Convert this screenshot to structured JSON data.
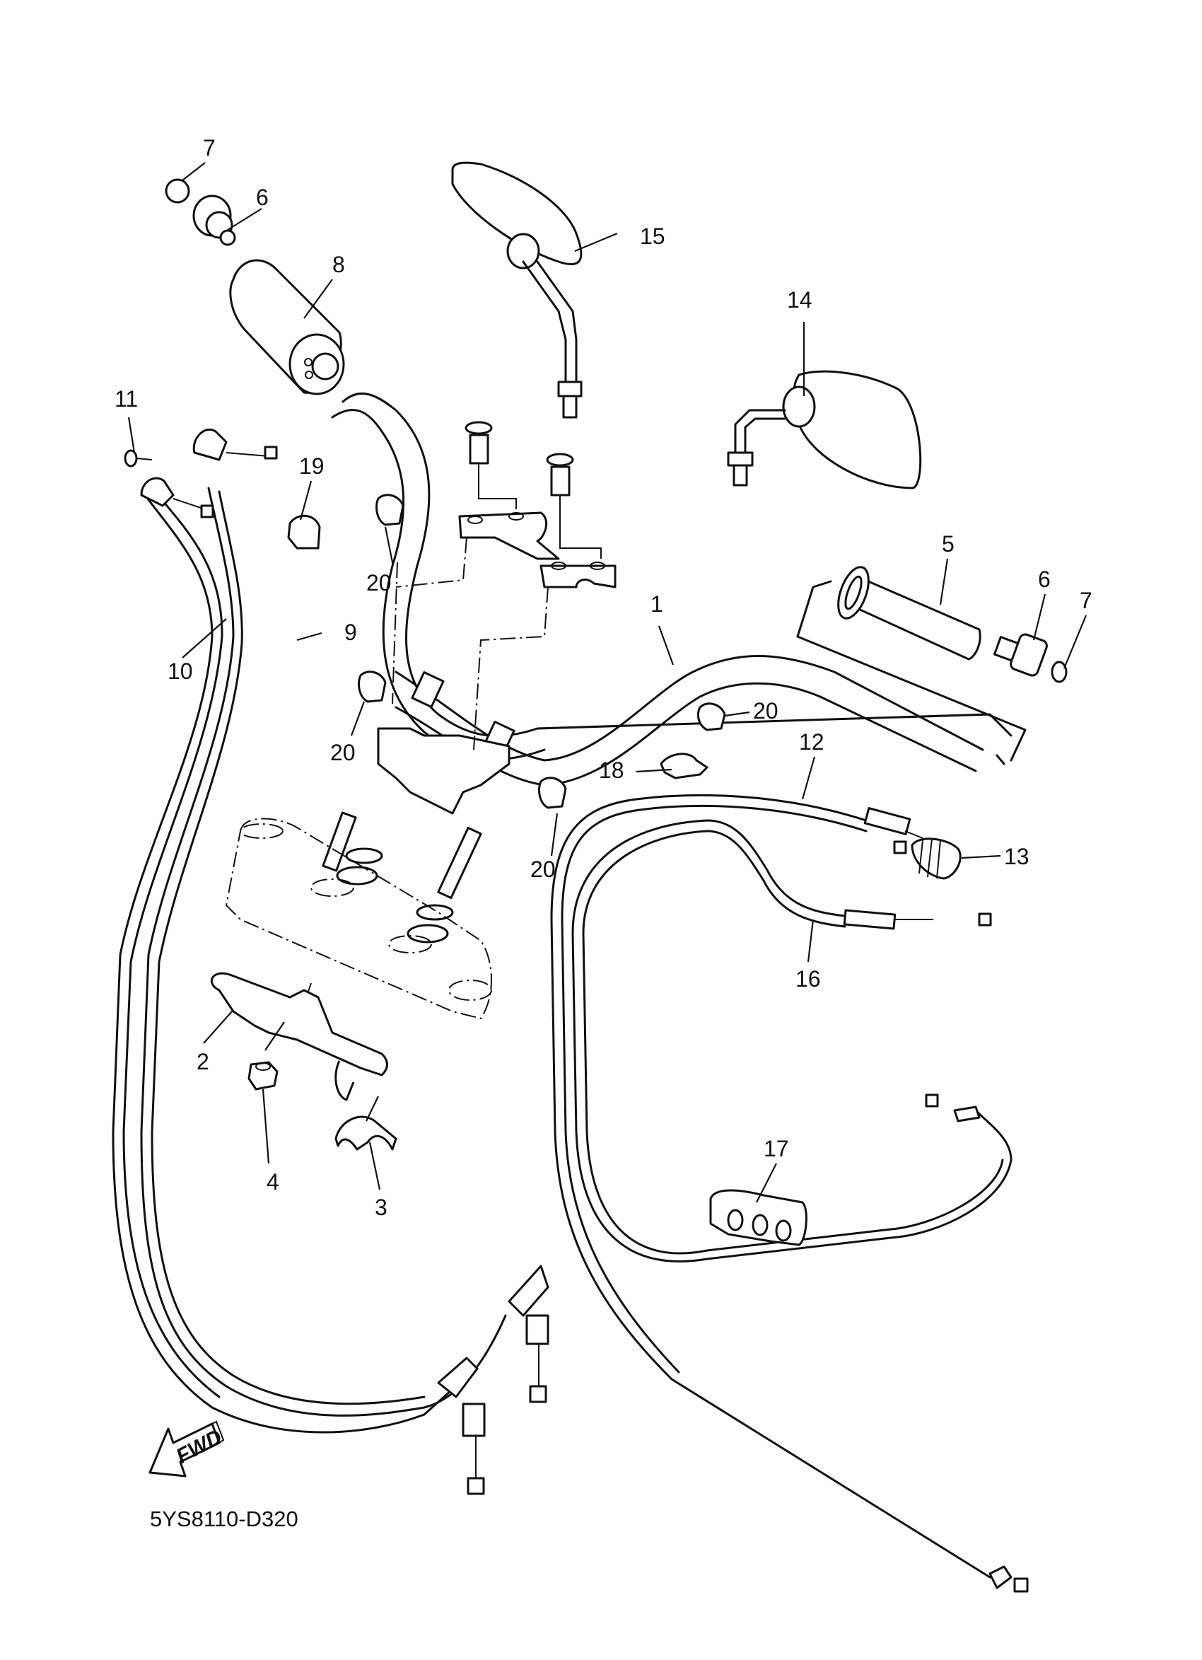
{
  "diagram": {
    "title": "Handlebar & Cable",
    "code": "5YS8110-D320",
    "fwd_label": "FWD",
    "callouts": [
      {
        "id": "c1",
        "label": "1",
        "part": "handlebar"
      },
      {
        "id": "c2",
        "label": "2",
        "part": "cable-guide-bracket"
      },
      {
        "id": "c3",
        "label": "3",
        "part": "cable-clamp"
      },
      {
        "id": "c4",
        "label": "4",
        "part": "nut"
      },
      {
        "id": "c5",
        "label": "5",
        "part": "grip-right"
      },
      {
        "id": "c6a",
        "label": "6",
        "part": "grip-end-left"
      },
      {
        "id": "c6b",
        "label": "6",
        "part": "grip-end-right"
      },
      {
        "id": "c7a",
        "label": "7",
        "part": "cap-left"
      },
      {
        "id": "c7b",
        "label": "7",
        "part": "cap-right"
      },
      {
        "id": "c8",
        "label": "8",
        "part": "throttle-grip"
      },
      {
        "id": "c9",
        "label": "9",
        "part": "throttle-cable-1"
      },
      {
        "id": "c10",
        "label": "10",
        "part": "throttle-cable-2"
      },
      {
        "id": "c11",
        "label": "11",
        "part": "screw"
      },
      {
        "id": "c12",
        "label": "12",
        "part": "clutch-cable"
      },
      {
        "id": "c13",
        "label": "13",
        "part": "cable-boot"
      },
      {
        "id": "c14",
        "label": "14",
        "part": "mirror-right"
      },
      {
        "id": "c15",
        "label": "15",
        "part": "mirror-left"
      },
      {
        "id": "c16",
        "label": "16",
        "part": "choke-cable"
      },
      {
        "id": "c17",
        "label": "17",
        "part": "cable-holder"
      },
      {
        "id": "c18",
        "label": "18",
        "part": "clamp"
      },
      {
        "id": "c19",
        "label": "19",
        "part": "clamp"
      },
      {
        "id": "c20a",
        "label": "20",
        "part": "clamp"
      },
      {
        "id": "c20b",
        "label": "20",
        "part": "clamp"
      },
      {
        "id": "c20c",
        "label": "20",
        "part": "clamp"
      },
      {
        "id": "c20d",
        "label": "20",
        "part": "clamp"
      }
    ]
  }
}
